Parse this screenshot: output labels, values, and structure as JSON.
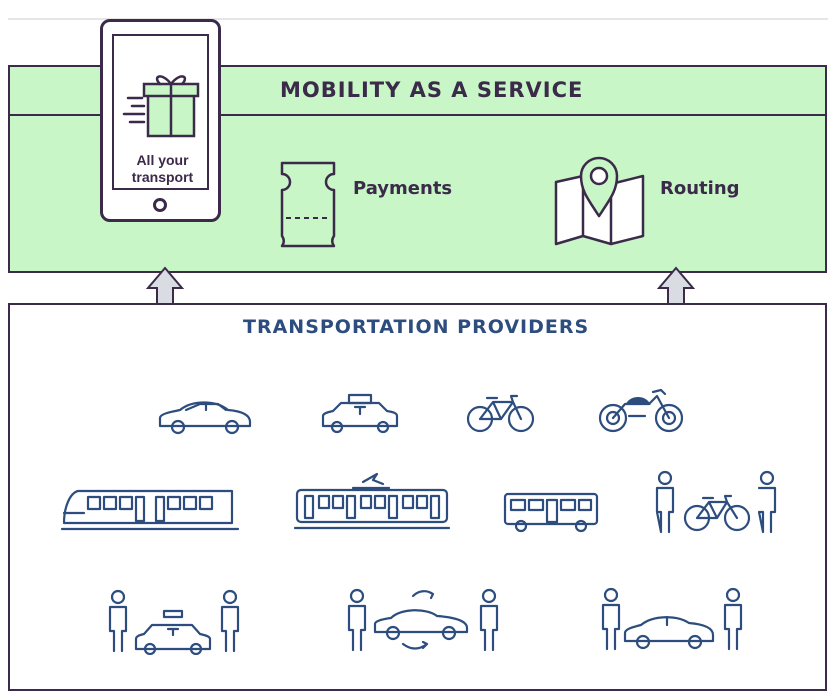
{
  "maas": {
    "title": "MOBILITY AS A SERVICE",
    "phone_text_line1": "All your",
    "phone_text_line2": "transport",
    "payments_label": "Payments",
    "routing_label": "Routing"
  },
  "providers": {
    "title": "TRANSPORTATION PROVIDERS",
    "icons": [
      "car-icon",
      "taxi-icon",
      "bicycle-icon",
      "motorcycle-icon",
      "train-icon",
      "tram-icon",
      "bus-icon",
      "bike-sharing-icon",
      "taxi-sharing-icon",
      "ride-sharing-icon",
      "car-sharing-icon"
    ]
  },
  "colors": {
    "band_green": "#c8f6c6",
    "dark_purple": "#3b2a4a",
    "icon_blue": "#2c4d7e",
    "arrow_grey": "#d9dce3"
  }
}
